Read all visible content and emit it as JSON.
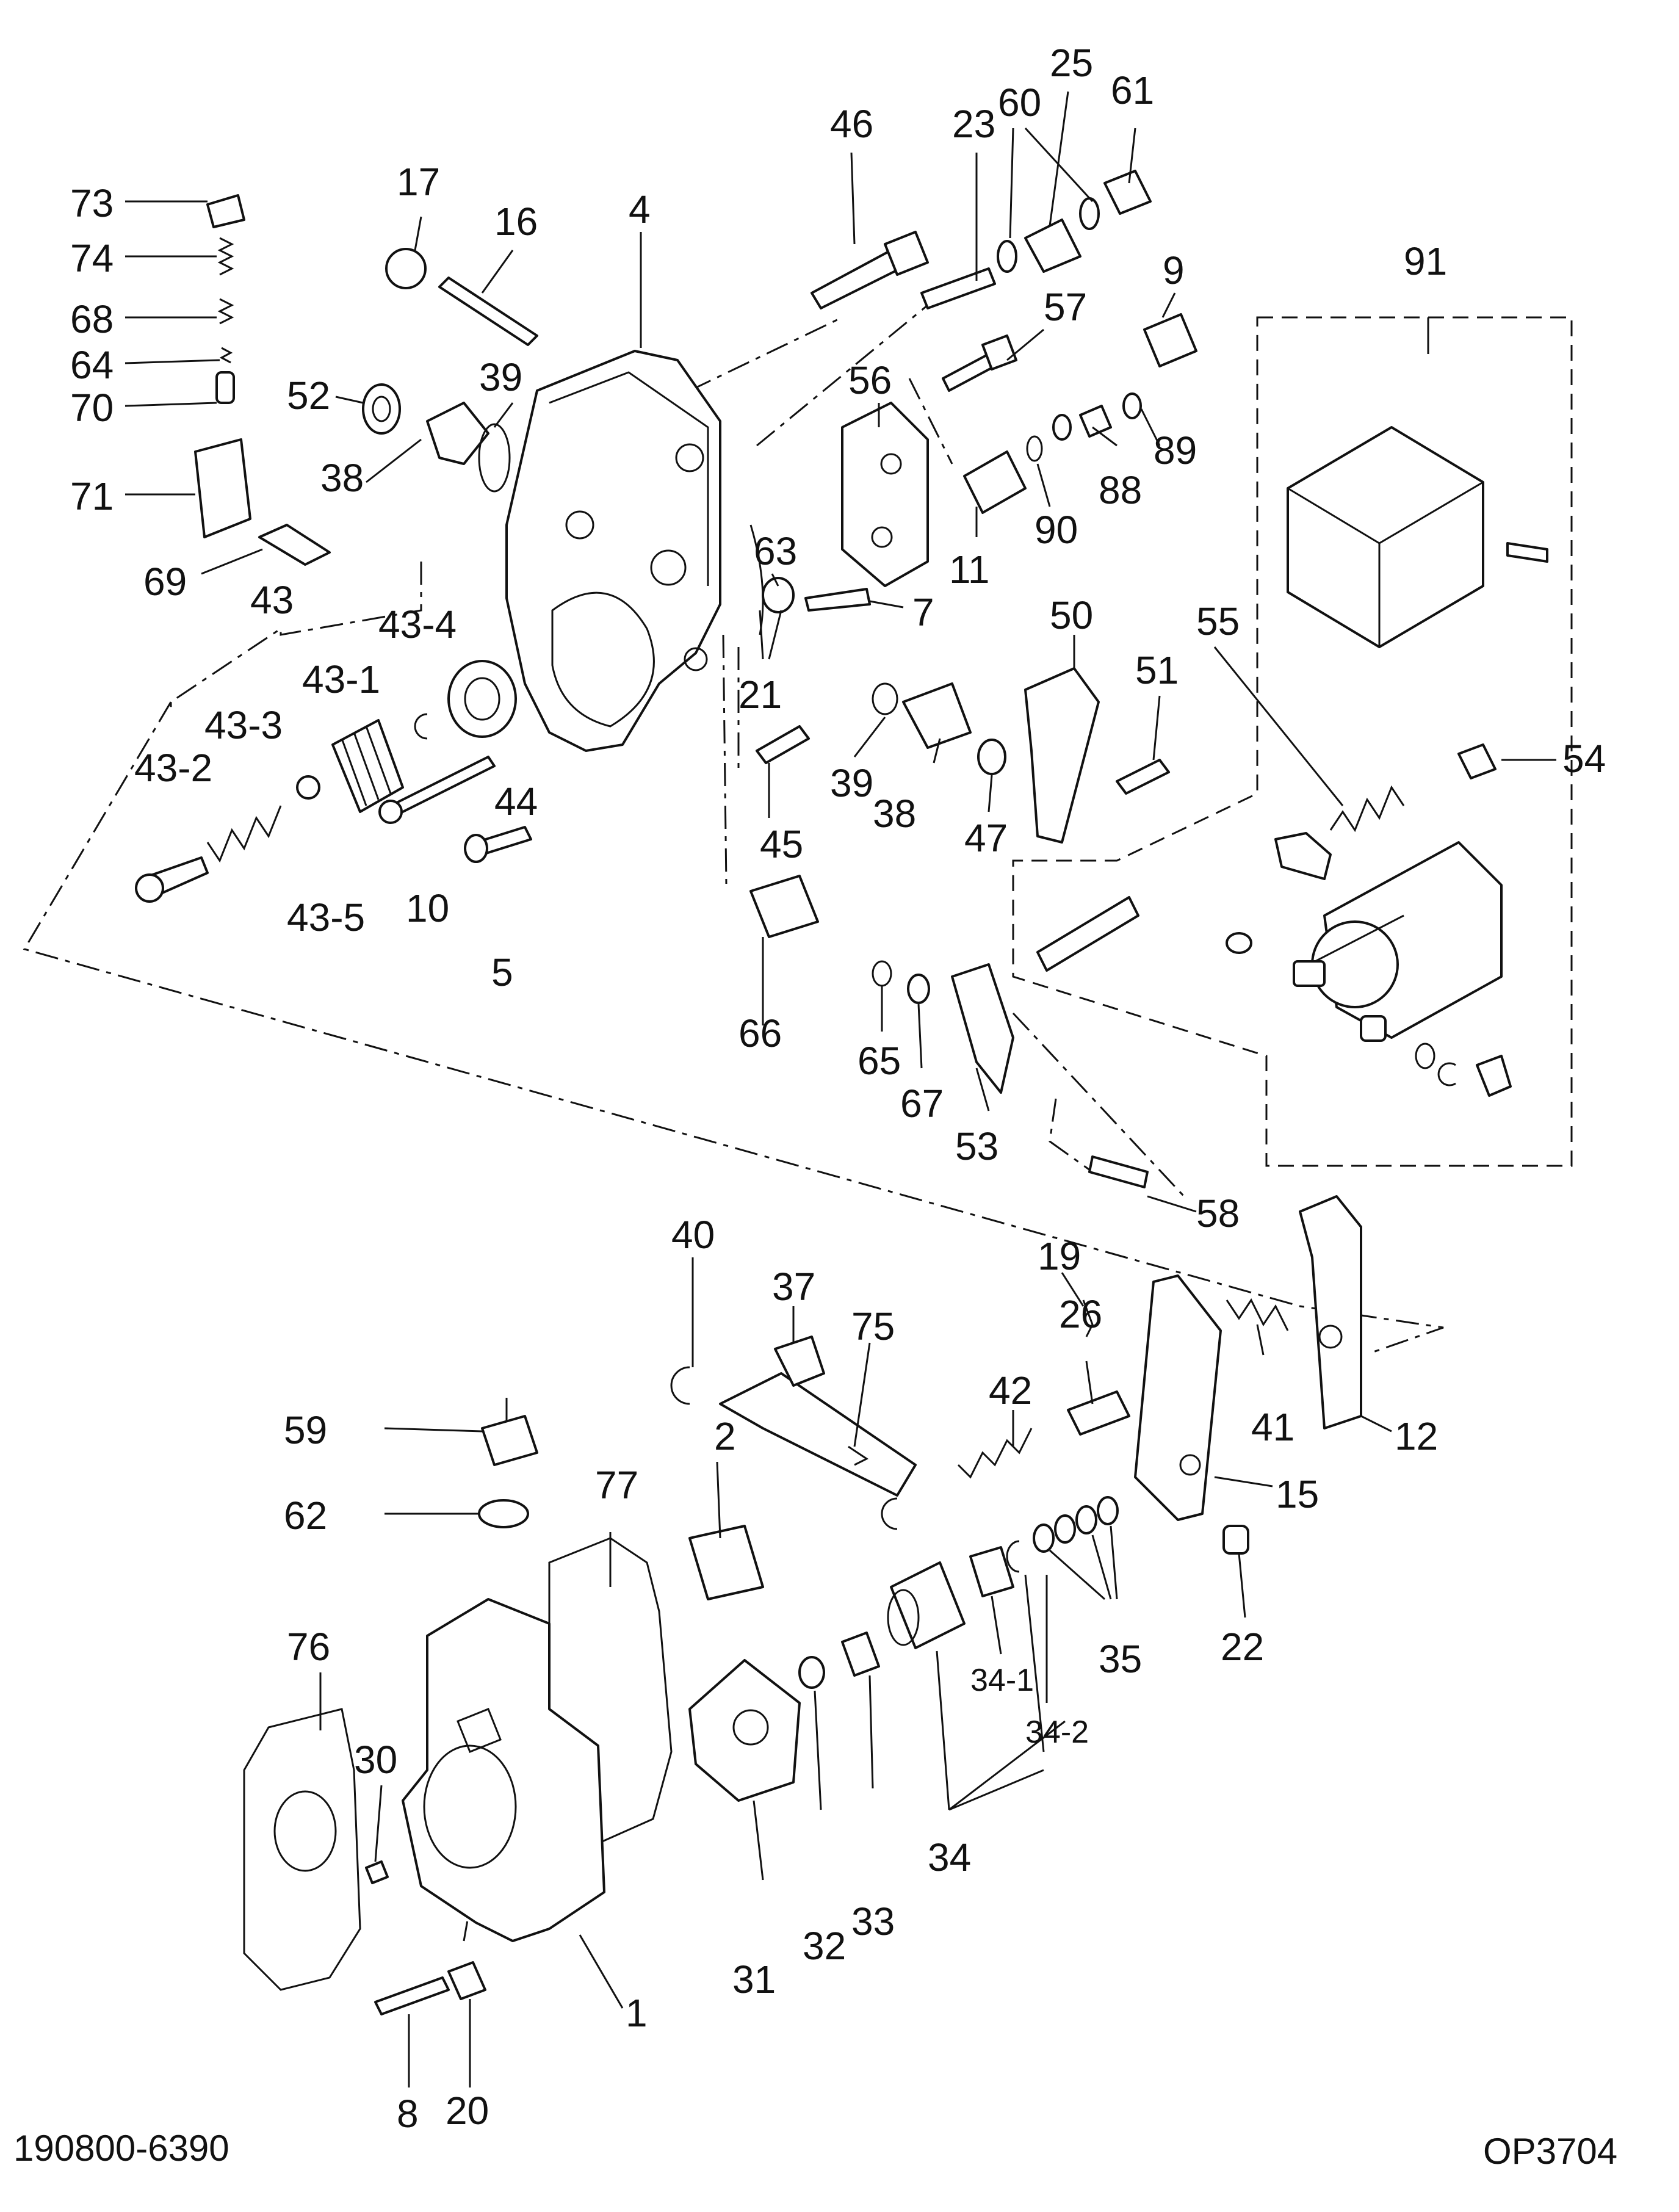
{
  "drawing_code": "190800-6390",
  "sheet_code": "OP3704",
  "part_numbers": [
    "1",
    "2",
    "4",
    "5",
    "7",
    "8",
    "9",
    "10",
    "11",
    "12",
    "15",
    "16",
    "17",
    "19",
    "20",
    "21",
    "22",
    "23",
    "25",
    "26",
    "30",
    "31",
    "32",
    "33",
    "34",
    "34-1",
    "34-2",
    "35",
    "37",
    "38",
    "39",
    "40",
    "41",
    "42",
    "43",
    "43-1",
    "43-2",
    "43-3",
    "43-4",
    "43-5",
    "44",
    "45",
    "46",
    "47",
    "50",
    "51",
    "52",
    "53",
    "54",
    "55",
    "56",
    "57",
    "58",
    "59",
    "60",
    "61",
    "62",
    "63",
    "64",
    "65",
    "66",
    "67",
    "68",
    "69",
    "70",
    "71",
    "73",
    "74",
    "75",
    "76",
    "77",
    "88",
    "89",
    "90",
    "91"
  ]
}
